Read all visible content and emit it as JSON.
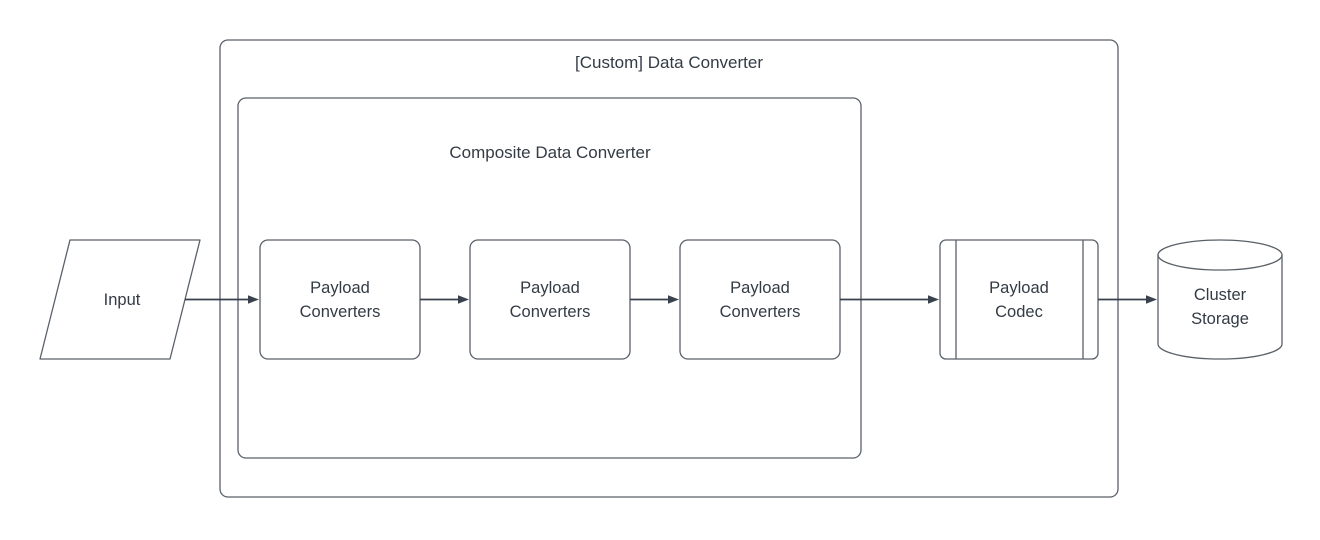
{
  "diagram": {
    "outer_group": {
      "label": "[Custom] Data Converter"
    },
    "inner_group": {
      "label": "Composite Data Converter"
    },
    "nodes": {
      "input": {
        "label": "Input",
        "shape": "parallelogram"
      },
      "converter1": {
        "line1": "Payload",
        "line2": "Converters",
        "shape": "rounded-rectangle"
      },
      "converter2": {
        "line1": "Payload",
        "line2": "Converters",
        "shape": "rounded-rectangle"
      },
      "converter3": {
        "line1": "Payload",
        "line2": "Converters",
        "shape": "rounded-rectangle"
      },
      "codec": {
        "line1": "Payload",
        "line2": "Codec",
        "shape": "predefined-process"
      },
      "storage": {
        "line1": "Cluster",
        "line2": "Storage",
        "shape": "cylinder"
      }
    },
    "edges": [
      {
        "from": "input",
        "to": "converter1"
      },
      {
        "from": "converter1",
        "to": "converter2"
      },
      {
        "from": "converter2",
        "to": "converter3"
      },
      {
        "from": "converter3",
        "to": "codec"
      },
      {
        "from": "codec",
        "to": "storage"
      }
    ],
    "colors": {
      "shape_stroke": "#5a6169",
      "text": "#333b45",
      "arrow": "#39414d",
      "fill": "#ffffff",
      "background": "#ffffff"
    }
  }
}
